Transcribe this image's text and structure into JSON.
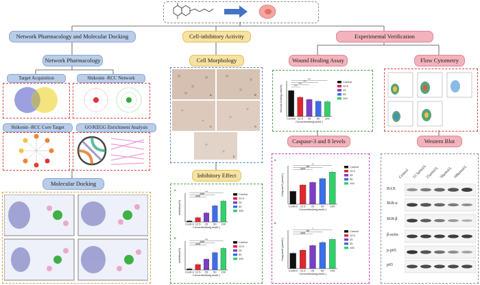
{
  "top_center": {
    "icons": [
      "molecule-structure-icon",
      "right-arrow-icon",
      "cell-icon"
    ]
  },
  "sections": {
    "network_pharmacology_docking": "Network Pharmacology and Molecular Docking",
    "cell_inhibitory": "Cell-inhibitory Activity",
    "experimental": "Experimental Verification"
  },
  "subsections": {
    "network_pharmacology": "Network Pharmacology",
    "target_acquisition": "Target Acquisition",
    "shikonin_rcc_network": "Shikonin -RCC Network",
    "core_target": "Shikonin -RCC Core Target",
    "go_kegg": "GO/KEGG Enrichment Analysis",
    "molecular_docking": "Molecular Docking",
    "cell_morphology": "Cell Morphology",
    "inhibitory_effect": "Inhibitory Effect",
    "wound_healing": "Wound Healing Assay",
    "caspase": "Caspase-3 and 8 levels",
    "flow_cytometry": "Flow Cytometry",
    "western_blot": "Western Blot"
  },
  "legend": [
    "Control",
    "12.5",
    "25",
    "50",
    "100"
  ],
  "colors": {
    "Control": "#111111",
    "12.5": "#e0262f",
    "25": "#7b3ec6",
    "50": "#3b6ee8",
    "100": "#32d06a"
  },
  "chart_data": [
    {
      "type": "bar",
      "panel": "wound-healing",
      "ylabel": "Wound healing rate(%)",
      "xlabel": "Concentration(μmol/L)",
      "categories": [
        "Control",
        "12.5",
        "25",
        "50",
        "100"
      ],
      "values": [
        58,
        43,
        38,
        34,
        33
      ],
      "ylim": [
        0,
        80
      ],
      "annotations": [
        "***",
        "***",
        "***",
        "***"
      ]
    },
    {
      "type": "bar",
      "panel": "caspase-a",
      "label": "A",
      "ylabel": "Caspase3 (pmol/L)",
      "xlabel": "Concentration(μmol/L)",
      "categories": [
        "Control",
        "12.5",
        "25",
        "50",
        "100"
      ],
      "values": [
        10,
        15,
        17,
        20,
        25
      ],
      "ylim": [
        0,
        30
      ],
      "annotations": [
        "**",
        "##",
        "###"
      ]
    },
    {
      "type": "bar",
      "panel": "caspase-b",
      "label": "B",
      "ylabel": "Caspase8 (pmol/L)",
      "xlabel": "Concentration(μmol/L)",
      "categories": [
        "Control",
        "12.5",
        "25",
        "50",
        "100"
      ],
      "values": [
        10,
        12,
        15,
        17,
        19
      ],
      "ylim": [
        0,
        25
      ],
      "annotations": [
        "*",
        "##",
        "###"
      ]
    },
    {
      "type": "bar",
      "panel": "inhibition-a",
      "label": "A",
      "ylabel": "Inhibition(%)",
      "xlabel": "Concentration(μmol/L)",
      "categories": [
        "Control",
        "12.5",
        "25",
        "50",
        "100"
      ],
      "values": [
        3,
        12,
        25,
        45,
        58
      ],
      "ylim": [
        0,
        80
      ],
      "annotations": [
        "***",
        "###",
        "###"
      ]
    },
    {
      "type": "bar",
      "panel": "inhibition-b",
      "label": "B",
      "ylabel": "Inhibition(%)",
      "xlabel": "Concentration(μmol/L)",
      "categories": [
        "Control",
        "12.5",
        "25",
        "50",
        "100"
      ],
      "values": [
        3,
        15,
        30,
        48,
        60
      ],
      "ylim": [
        0,
        80
      ],
      "annotations": [
        "***",
        "###",
        "###"
      ]
    }
  ],
  "western_blot": {
    "columns": [
      "Control",
      "12.5μmol/L",
      "25μmol/L",
      "50μmol/L",
      "100μmol/L"
    ],
    "rows": [
      "BAX",
      "IKB-α",
      "IKB-β",
      "β-actin",
      "p-p65",
      "p65"
    ]
  },
  "morphology_labels": [
    "A",
    "B",
    "C",
    "D",
    "E"
  ]
}
